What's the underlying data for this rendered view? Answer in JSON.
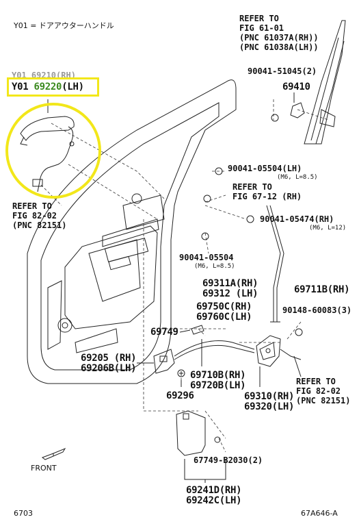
{
  "header": {
    "legend": "Y01 = ドアアウターハンドル"
  },
  "highlight": {
    "prefix": "Y01",
    "part": "69220",
    "side": "(LH)",
    "ghost_above": "Y01 69210(RH)",
    "color": "#f2e71a",
    "part_color": "#3b8a1f"
  },
  "refs": {
    "fig61": [
      "REFER TO",
      "FIG 61-01",
      "(PNC 61037A(RH))",
      "(PNC 61038A(LH))"
    ],
    "fig82_left": [
      "REFER TO",
      "FIG 82-02",
      "(PNC 82151)"
    ],
    "fig67": [
      "REFER TO",
      "FIG 67-12 (RH)"
    ],
    "fig82_right": [
      "REFER TO",
      "FIG 82-02",
      "(PNC 82151)"
    ]
  },
  "parts": {
    "p90041_51045": "90041-51045(2)",
    "p69410": "69410",
    "p90041_05504_a": "90041-05504(LH)",
    "p90041_05504_a_spec": "(M6, L=8.5)",
    "p90041_05474": "90041-05474(RH)",
    "p90041_05474_spec": "(M6, L=12)",
    "p90041_05504_b": "90041-05504",
    "p90041_05504_b_spec": "(M6, L=8.5)",
    "p69311A": "69311A(RH)",
    "p69312": "69312  (LH)",
    "p69711B": "69711B(RH)",
    "p69750C": "69750C(RH)",
    "p69760C": "69760C(LH)",
    "p90148": "90148-60083(3)",
    "p69749": "69749",
    "p69205": "69205  (RH)",
    "p69206B": "69206B(LH)",
    "p69710B": "69710B(RH)",
    "p69720B": "69720B(LH)",
    "p69296": "69296",
    "p69310": "69310(RH)",
    "p69320": "69320(LH)",
    "p67749": "67749-B2030(2)",
    "p69241D": "69241D(RH)",
    "p69242C": "69242C(LH)"
  },
  "front_label": "FRONT",
  "footer": {
    "page": "6703",
    "figure_id": "67A646-A"
  }
}
